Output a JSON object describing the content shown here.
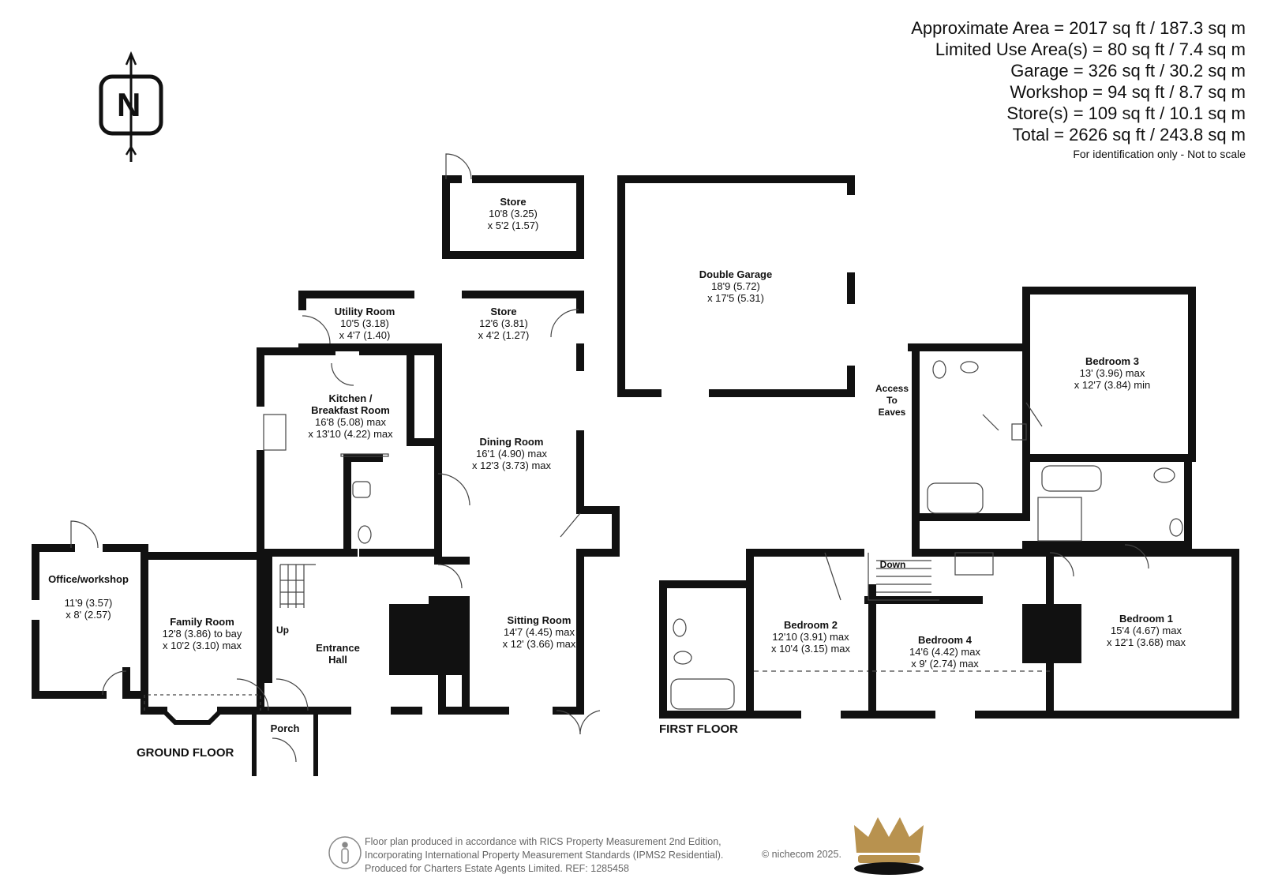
{
  "areas": {
    "approximate": "Approximate Area = 2017 sq ft / 187.3 sq m",
    "limited_use": "Limited Use Area(s) = 80 sq ft / 7.4 sq m",
    "garage": "Garage = 326 sq ft / 30.2 sq m",
    "workshop": "Workshop = 94 sq ft / 8.7 sq m",
    "stores": "Store(s) = 109 sq ft / 10.1 sq m",
    "total": "Total = 2626 sq ft / 243.8 sq m",
    "note": "For identification only - Not to scale"
  },
  "compass": {
    "letter": "N",
    "icon": "north-compass-icon"
  },
  "floors": {
    "ground": "GROUND FLOOR",
    "first": "FIRST FLOOR"
  },
  "rooms": {
    "store_top": {
      "name": "Store",
      "dim1": "10'8 (3.25)",
      "dim2": "x 5'2 (1.57)"
    },
    "garage": {
      "name": "Double Garage",
      "dim1": "18'9 (5.72)",
      "dim2": "x 17'5 (5.31)"
    },
    "utility": {
      "name": "Utility Room",
      "dim1": "10'5 (3.18)",
      "dim2": "x 4'7 (1.40)"
    },
    "store_mid": {
      "name": "Store",
      "dim1": "12'6 (3.81)",
      "dim2": "x 4'2 (1.27)"
    },
    "kitchen": {
      "name1": "Kitchen /",
      "name2": "Breakfast Room",
      "dim1": "16'8 (5.08) max",
      "dim2": "x 13'10 (4.22) max"
    },
    "dining": {
      "name": "Dining Room",
      "dim1": "16'1 (4.90) max",
      "dim2": "x 12'3 (3.73) max"
    },
    "office": {
      "name": "Office/workshop",
      "dim1": "11'9 (3.57)",
      "dim2": "x 8' (2.57)"
    },
    "family": {
      "name": "Family Room",
      "dim1": "12'8 (3.86) to bay",
      "dim2": "x 10'2 (3.10) max"
    },
    "hall": {
      "name1": "Entrance",
      "name2": "Hall"
    },
    "sitting": {
      "name": "Sitting Room",
      "dim1": "14'7 (4.45) max",
      "dim2": "x 12' (3.66) max"
    },
    "porch": {
      "name": "Porch"
    },
    "bed3": {
      "name": "Bedroom 3",
      "dim1": "13' (3.96) max",
      "dim2": "x 12'7 (3.84) min"
    },
    "bed2": {
      "name": "Bedroom 2",
      "dim1": "12'10 (3.91) max",
      "dim2": "x 10'4 (3.15) max"
    },
    "bed4": {
      "name": "Bedroom 4",
      "dim1": "14'6 (4.42) max",
      "dim2": "x 9' (2.74) max"
    },
    "bed1": {
      "name": "Bedroom 1",
      "dim1": "15'4 (4.67) max",
      "dim2": "x 12'1 (3.68) max"
    },
    "eaves": {
      "l1": "Access",
      "l2": "To",
      "l3": "Eaves"
    }
  },
  "stairs": {
    "up": "Up",
    "down": "Down"
  },
  "footer": {
    "line1": "Floor plan produced in accordance with RICS Property Measurement 2nd Edition,",
    "line2": "Incorporating International Property Measurement Standards (IPMS2 Residential).",
    "line3": "Produced for Charters Estate Agents Limited.   REF: 1285458",
    "copyright": "© nichecom 2025.",
    "logo": "crown-logo"
  },
  "colors": {
    "wall": "#111111",
    "text": "#111111",
    "footer_text": "#666666",
    "crown": "#b8924f"
  }
}
